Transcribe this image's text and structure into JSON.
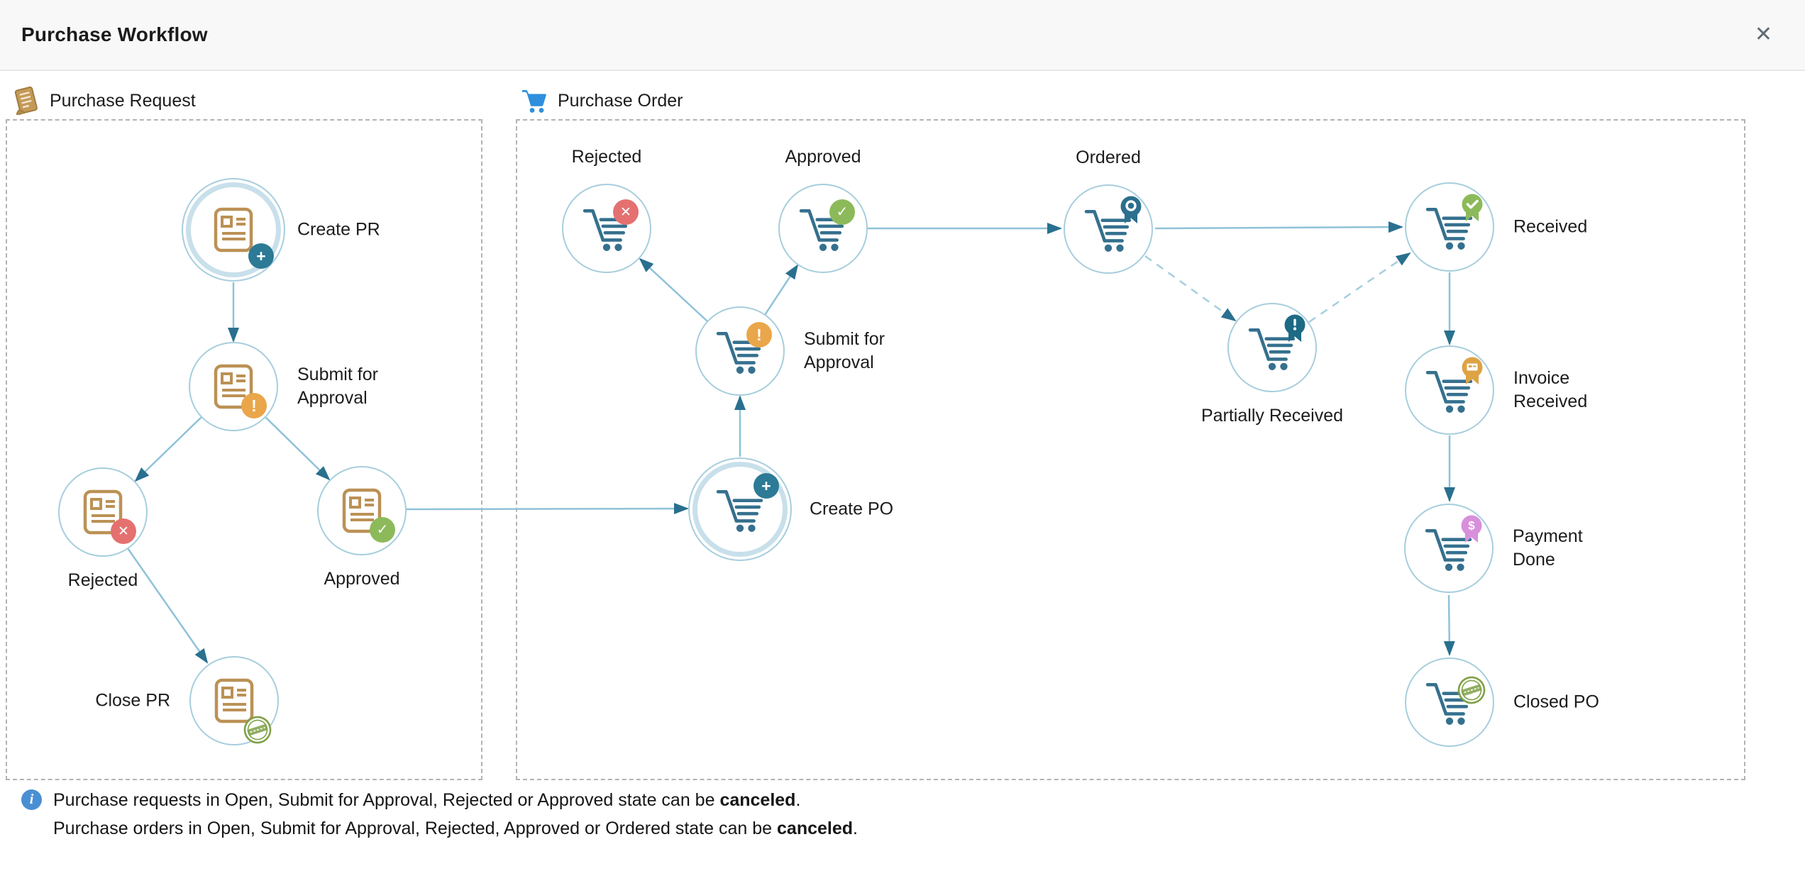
{
  "header": {
    "title": "Purchase Workflow",
    "close_icon": "✕"
  },
  "sections": {
    "purchase_request": {
      "label": "Purchase Request"
    },
    "purchase_order": {
      "label": "Purchase Order"
    }
  },
  "nodes": {
    "create_pr": {
      "label": "Create PR"
    },
    "submit_pr": {
      "label": "Submit for Approval"
    },
    "rejected_pr": {
      "label": "Rejected"
    },
    "approved_pr": {
      "label": "Approved"
    },
    "close_pr": {
      "label": "Close PR"
    },
    "rejected_po": {
      "label": "Rejected"
    },
    "approved_po": {
      "label": "Approved"
    },
    "submit_po": {
      "label": "Submit for Approval"
    },
    "create_po": {
      "label": "Create PO"
    },
    "ordered": {
      "label": "Ordered"
    },
    "received": {
      "label": "Received"
    },
    "partially_received": {
      "label": "Partially Received"
    },
    "invoice_received": {
      "label": "Invoice Received"
    },
    "payment_done": {
      "label": "Payment Done"
    },
    "closed_po": {
      "label": "Closed PO"
    }
  },
  "badges": {
    "plus": "+",
    "alert": "!",
    "cross": "✕",
    "check": "✓",
    "dollar": "$"
  },
  "footer": {
    "info_icon": "i",
    "line1": {
      "text": "Purchase requests in Open, Submit for Approval, Rejected or Approved state can be ",
      "bold": "canceled",
      "suffix": "."
    },
    "line2": {
      "text": "Purchase orders in Open, Submit for Approval, Rejected, Approved or Ordered state can be ",
      "bold": "canceled",
      "suffix": "."
    }
  },
  "colors": {
    "circle_border": "#a7cedd",
    "edge": "#8fc2d8",
    "arrowhead": "#29708f",
    "cart": "#35708e",
    "document": "#bb9155",
    "badge_teal": "#2c7a96",
    "badge_orange": "#eaa64a",
    "badge_red": "#e57070",
    "badge_green": "#8cba5a",
    "medal_dark_teal": "#1d6a85",
    "medal_orange": "#dda345",
    "medal_pink": "#d88fdc",
    "stamp_green": "#7fa046",
    "info_blue": "#4a8fd3",
    "section_cart_blue": "#2f8fdd"
  }
}
